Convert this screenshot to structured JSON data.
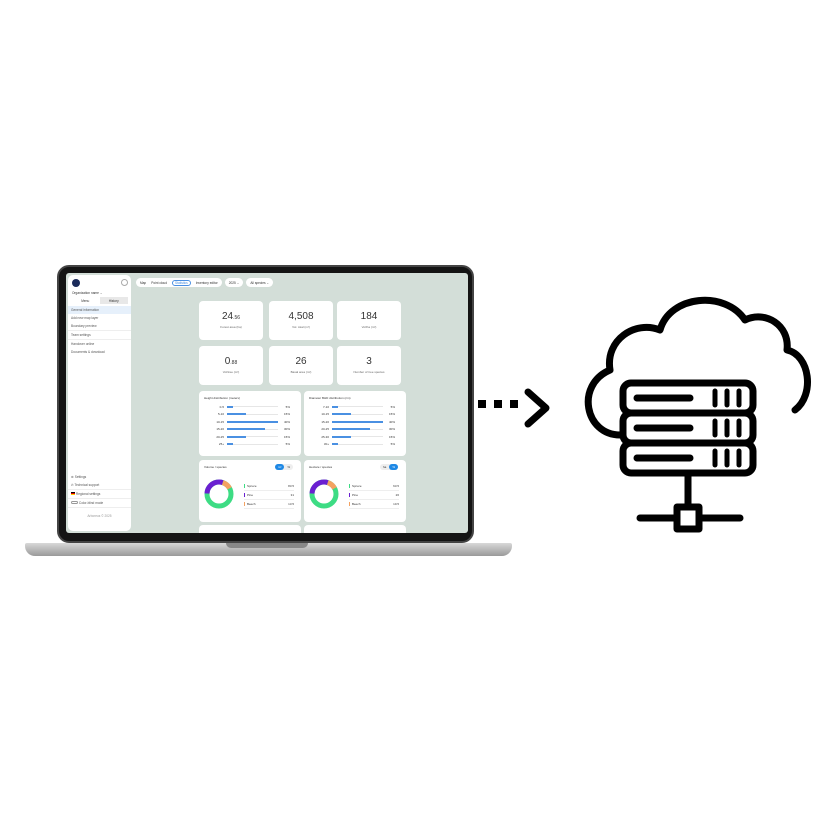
{
  "sidebar": {
    "org": "Organization name ⌄",
    "tabs": [
      "Menu",
      "History"
    ],
    "items": [
      "General information",
      "Add new map layer",
      "Boundary preview",
      "Team settings",
      "Handover online",
      "Documents & download"
    ],
    "bottom": [
      "Settings",
      "Technical support",
      "Regional settings",
      "Color-blind mode"
    ],
    "footer": "Arboreus © 2025"
  },
  "topbar": {
    "tabs": [
      "Map",
      "Point cloud",
      "Statistics",
      "Inventory editor"
    ],
    "year": "2025 ⌄",
    "species": "All species ⌄"
  },
  "stats": [
    {
      "value": "24",
      "sub": ".56",
      "label": "Forest area (ha)"
    },
    {
      "value": "4,508",
      "sub": "",
      "label": "Vol. total (m³)"
    },
    {
      "value": "184",
      "sub": "",
      "label": "Vol/ha (m³)"
    },
    {
      "value": "0",
      "sub": ".88",
      "label": "Vol/tree (m³)"
    },
    {
      "value": "26",
      "sub": "",
      "label": "Basal area (m²)"
    },
    {
      "value": "3",
      "sub": "",
      "label": "Number of tree species"
    }
  ],
  "height": {
    "title": "Height distribution (meters)",
    "rows": [
      {
        "k": "0-5",
        "p": "5%",
        "v": 5
      },
      {
        "k": "5-10",
        "p": "15%",
        "v": 15
      },
      {
        "k": "10-15",
        "p": "40%",
        "v": 40
      },
      {
        "k": "15-20",
        "p": "30%",
        "v": 30
      },
      {
        "k": "20-25",
        "p": "15%",
        "v": 15
      },
      {
        "k": "25+",
        "p": "5%",
        "v": 5
      }
    ]
  },
  "diameter": {
    "title": "Diameter BHD distribution (cm)",
    "rows": [
      {
        "k": "7-10",
        "p": "5%",
        "v": 5
      },
      {
        "k": "10-15",
        "p": "15%",
        "v": 15
      },
      {
        "k": "15-20",
        "p": "40%",
        "v": 40
      },
      {
        "k": "20-25",
        "p": "30%",
        "v": 30
      },
      {
        "k": "25-30",
        "p": "15%",
        "v": 15
      },
      {
        "k": "30+",
        "p": "5%",
        "v": 5
      }
    ]
  },
  "volume": {
    "title": "Volume / species",
    "toggle": [
      "m³",
      "%"
    ],
    "rows": [
      {
        "n": "Spruce",
        "v": "83.5"
      },
      {
        "n": "Pine",
        "v": "31"
      },
      {
        "n": "Beech",
        "v": "13.5"
      }
    ]
  },
  "hectare": {
    "title": "Hectare / species",
    "toggle": [
      "ha",
      "%"
    ],
    "rows": [
      {
        "n": "Spruce",
        "v": "63.5"
      },
      {
        "n": "Pine",
        "v": "26"
      },
      {
        "n": "Beech",
        "v": "10.5"
      }
    ]
  },
  "colors": {
    "spruce": "#3ddc84",
    "pine": "#6a1fd1",
    "beech": "#f4a261",
    "accent": "#1e88e5"
  }
}
